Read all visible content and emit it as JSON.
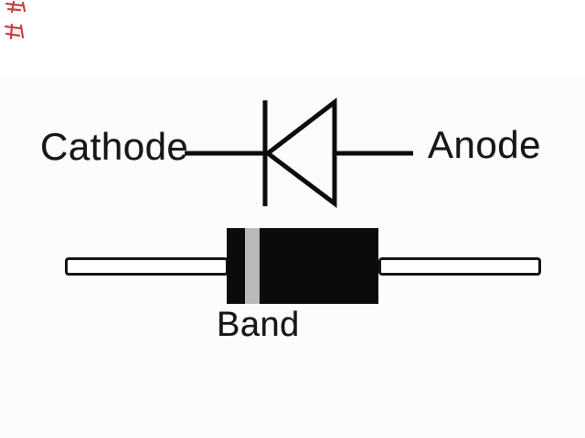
{
  "diagram": {
    "title": "diode-symbol-and-package-diagram",
    "schematic": {
      "cathode_label": "Cathode",
      "anode_label": "Anode",
      "stroke_color": "#0d0d0d"
    },
    "package": {
      "band_label": "Band",
      "body_color": "#0b0b0b",
      "band_color": "#b9b9b9",
      "lead_fill": "#ffffff",
      "outline_color": "#141414"
    },
    "artifacts": {
      "red_mark_color": "#c62b2b"
    }
  }
}
